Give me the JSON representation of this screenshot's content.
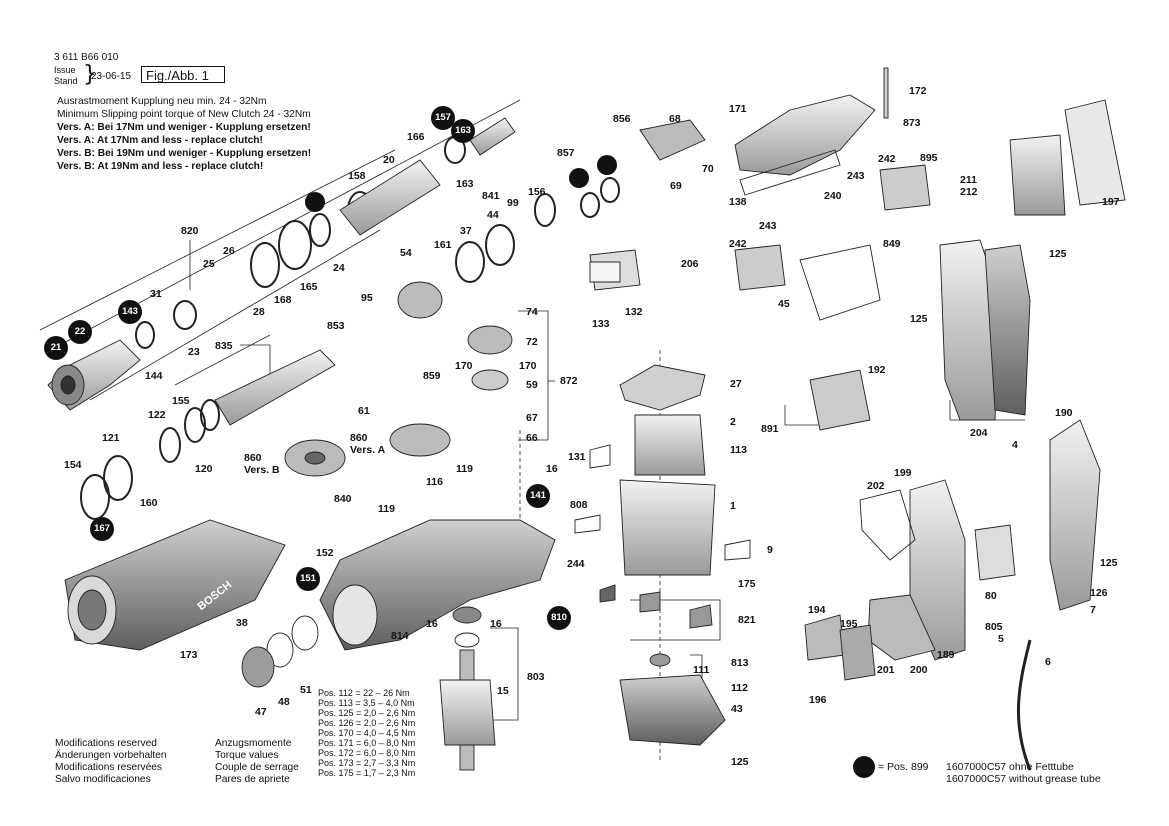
{
  "header": {
    "doc_number": "3 611 B66 010",
    "issue_label": "Issue",
    "stand_label": "Stand",
    "date": "23-06-15",
    "figure": "Fig./Abb. 1"
  },
  "notes": [
    "Ausrastmoment Kupplung neu min. 24 - 32Nm",
    "Minimum Slipping point torque of New Clutch 24 - 32Nm",
    "Vers. A: Bei 17Nm und weniger - Kupplung ersetzen!",
    "Vers. A: At 17Nm and less - replace clutch!",
    "Vers. B: Bei 19Nm und weniger - Kupplung ersetzen!",
    "Vers. B: At 19Nm and less - replace clutch!"
  ],
  "modifications": [
    "Modifications reserved",
    "Änderungen vorbehalten",
    "Modifications reservées",
    "Salvo modificaciones"
  ],
  "torque_headers": [
    "Anzugsmomente",
    "Torque values",
    "Couple de serrage",
    "Pares de apriete"
  ],
  "torque_values": [
    "Pos. 112 = 22 – 26 Nm",
    "Pos. 113 = 3,5 – 4,0 Nm",
    "Pos. 125 = 2,0 – 2,6 Nm",
    "Pos. 126 = 2,0 – 2,6 Nm",
    "Pos. 170 = 4,0 – 4,5 Nm",
    "Pos. 171 = 6,0 – 8,0 Nm",
    "Pos. 172 = 6,0 – 8,0 Nm",
    "Pos. 173 = 2,7 – 3,3 Nm",
    "Pos. 175 = 1,7 – 2,3 Nm"
  ],
  "legend": {
    "symbol_text": "= Pos. 899",
    "line1": "1607000C57 ohne Fetttube",
    "line2": "1607000C57 without grease tube"
  },
  "labels": {
    "p172": "172",
    "p873": "873",
    "p171": "171",
    "p895": "895",
    "p211": "211",
    "p212": "212",
    "p197": "197",
    "p242a": "242",
    "p243a": "243",
    "p240": "240",
    "p138": "138",
    "p243b": "243",
    "p242b": "242",
    "p849": "849",
    "p45": "45",
    "p125a": "125",
    "p125b": "125",
    "p204": "204",
    "p192": "192",
    "p891": "891",
    "p190": "190",
    "p4": "4",
    "p202": "202",
    "p199": "199",
    "p125c": "125",
    "p126": "126",
    "p7": "7",
    "p80": "80",
    "p805": "805",
    "p5": "5",
    "p6": "6",
    "p194": "194",
    "p195": "195",
    "p196": "196",
    "p201": "201",
    "p200": "200",
    "p189": "189",
    "p856": "856",
    "p68": "68",
    "p70": "70",
    "p69": "69",
    "p857": "857",
    "p156": "156",
    "p99": "99",
    "p44": "44",
    "p206": "206",
    "p133": "133",
    "p132": "132",
    "p166": "166",
    "p20": "20",
    "p163": "163",
    "p841": "841",
    "p158": "158",
    "p820": "820",
    "p26": "26",
    "p25": "25",
    "p31": "31",
    "p24": "24",
    "p165": "165",
    "p168": "168",
    "p28": "28",
    "p23": "23",
    "p144": "144",
    "p54": "54",
    "p161": "161",
    "p37": "37",
    "p95": "95",
    "p853": "853",
    "p835": "835",
    "p74": "74",
    "p72": "72",
    "p170a": "170",
    "p170b": "170",
    "p859": "859",
    "p59": "59",
    "p872": "872",
    "p61": "61",
    "p67": "67",
    "p66": "66",
    "p860": "860",
    "p860v": "Vers. A",
    "p860b": "860",
    "p860bv": "Vers. B",
    "p155": "155",
    "p122": "122",
    "p121": "121",
    "p120": "120",
    "p154": "154",
    "p160": "160",
    "p27": "27",
    "p2": "2",
    "p113": "113",
    "p131": "131",
    "p1": "1",
    "p808": "808",
    "p9": "9",
    "p244": "244",
    "p175": "175",
    "p821": "821",
    "p813": "813",
    "p111": "111",
    "p112": "112",
    "p43": "43",
    "p125d": "125",
    "p119a": "119",
    "p119b": "119",
    "p16a": "16",
    "p116": "116",
    "p840": "840",
    "p152": "152",
    "p38": "38",
    "p173": "173",
    "p47": "47",
    "p48": "48",
    "p51": "51",
    "p814": "814",
    "p16b": "16",
    "p16c": "16",
    "p803": "803",
    "p15": "15"
  },
  "markers": {
    "m157": "157",
    "m163": "163",
    "m143": "143",
    "m22": "22",
    "m21": "21",
    "m167": "167",
    "m141": "141",
    "m151": "151",
    "m810": "810"
  },
  "tool_branding": "BOSCH"
}
